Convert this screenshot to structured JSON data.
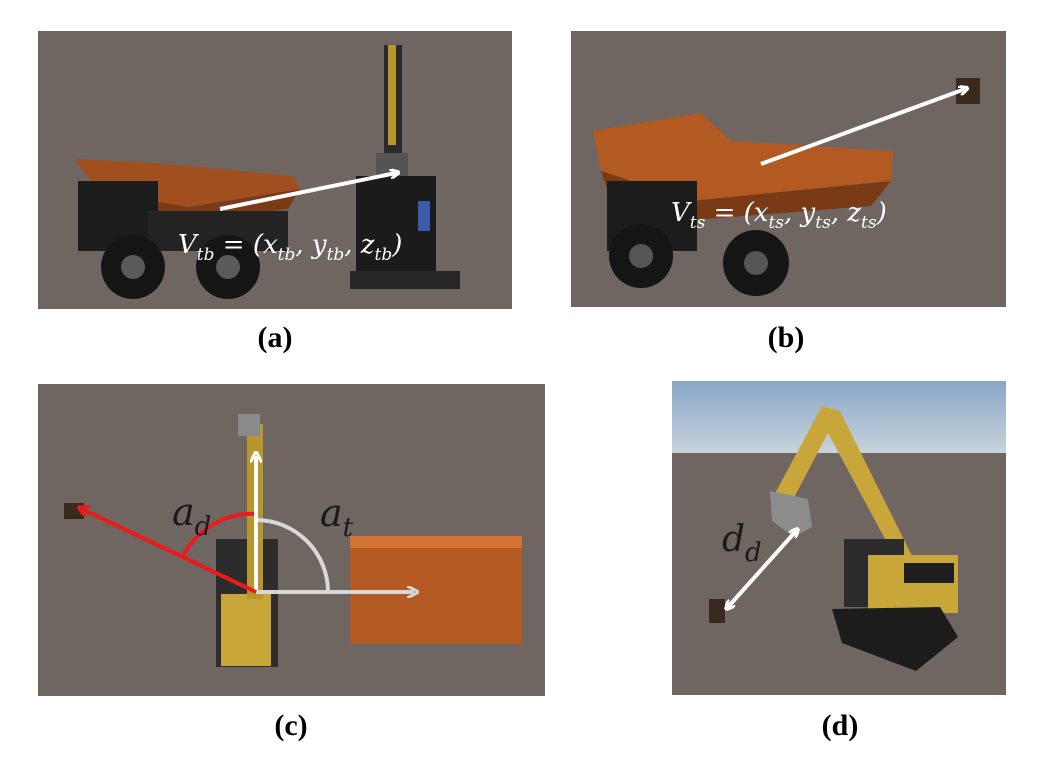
{
  "captions": {
    "a": "(a)",
    "b": "(b)",
    "c": "(c)",
    "d": "(d)"
  },
  "labels": {
    "v_tb": {
      "main": "V",
      "sub": "tb",
      "rest": " = (x",
      "x_sub": "tb",
      "y": ", y",
      "y_sub": "tb",
      "z": ", z",
      "z_sub": "tb",
      "close": ")"
    },
    "v_ts": {
      "main": "V",
      "sub": "ts",
      "rest": " = (x",
      "x_sub": "ts",
      "y": ", y",
      "y_sub": "ts",
      "z": ", z",
      "z_sub": "ts",
      "close": ")"
    },
    "a_d": {
      "main": "a",
      "sub": "d"
    },
    "a_t": {
      "main": "a",
      "sub": "t"
    },
    "d_d": {
      "main": "d",
      "sub": "d"
    }
  },
  "colors": {
    "ground": "#6f6662",
    "sky": "#9fb8d4",
    "truck_bed": "#b35a22",
    "excavator": "#c9a63a",
    "arrow_white": "#ffffff",
    "arrow_red": "#ee1a1a",
    "arrow_gray": "#d8d8d8"
  }
}
